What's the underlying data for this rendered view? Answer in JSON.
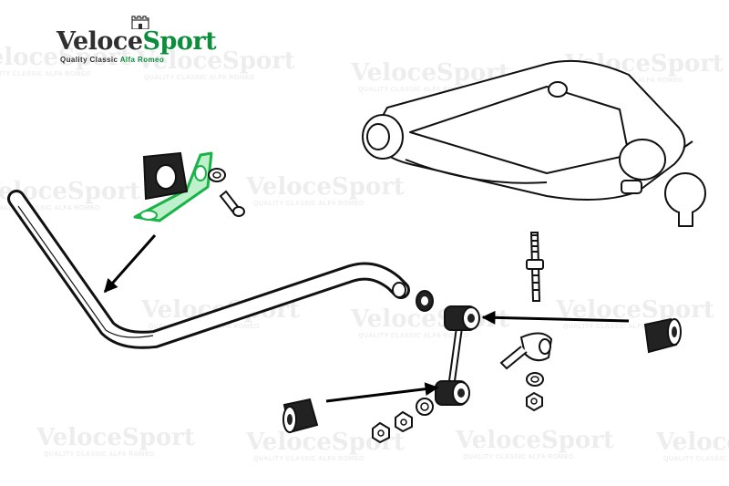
{
  "brand": {
    "name_part1": "Veloce",
    "name_part2": "Sport",
    "tagline_part1": "Quality Classic ",
    "tagline_part2": "Alfa Romeo",
    "accent_color": "#0c8d3c",
    "text_color": "#2f2f2f"
  },
  "watermark": {
    "name": "VeloceSport",
    "tagline": "QUALITY CLASSIC ALFA ROMEO"
  },
  "highlight_color": "#18b447",
  "parts": [
    "mount-bushing",
    "mount-bracket",
    "mount-washer",
    "mount-bolt",
    "anti-roll-bar",
    "bar-end-bushing",
    "drop-link",
    "link-bushing",
    "double-stud",
    "ball-joint-stud",
    "upper-bushing",
    "lower-bushing",
    "washer",
    "nut",
    "upper-wishbone"
  ]
}
